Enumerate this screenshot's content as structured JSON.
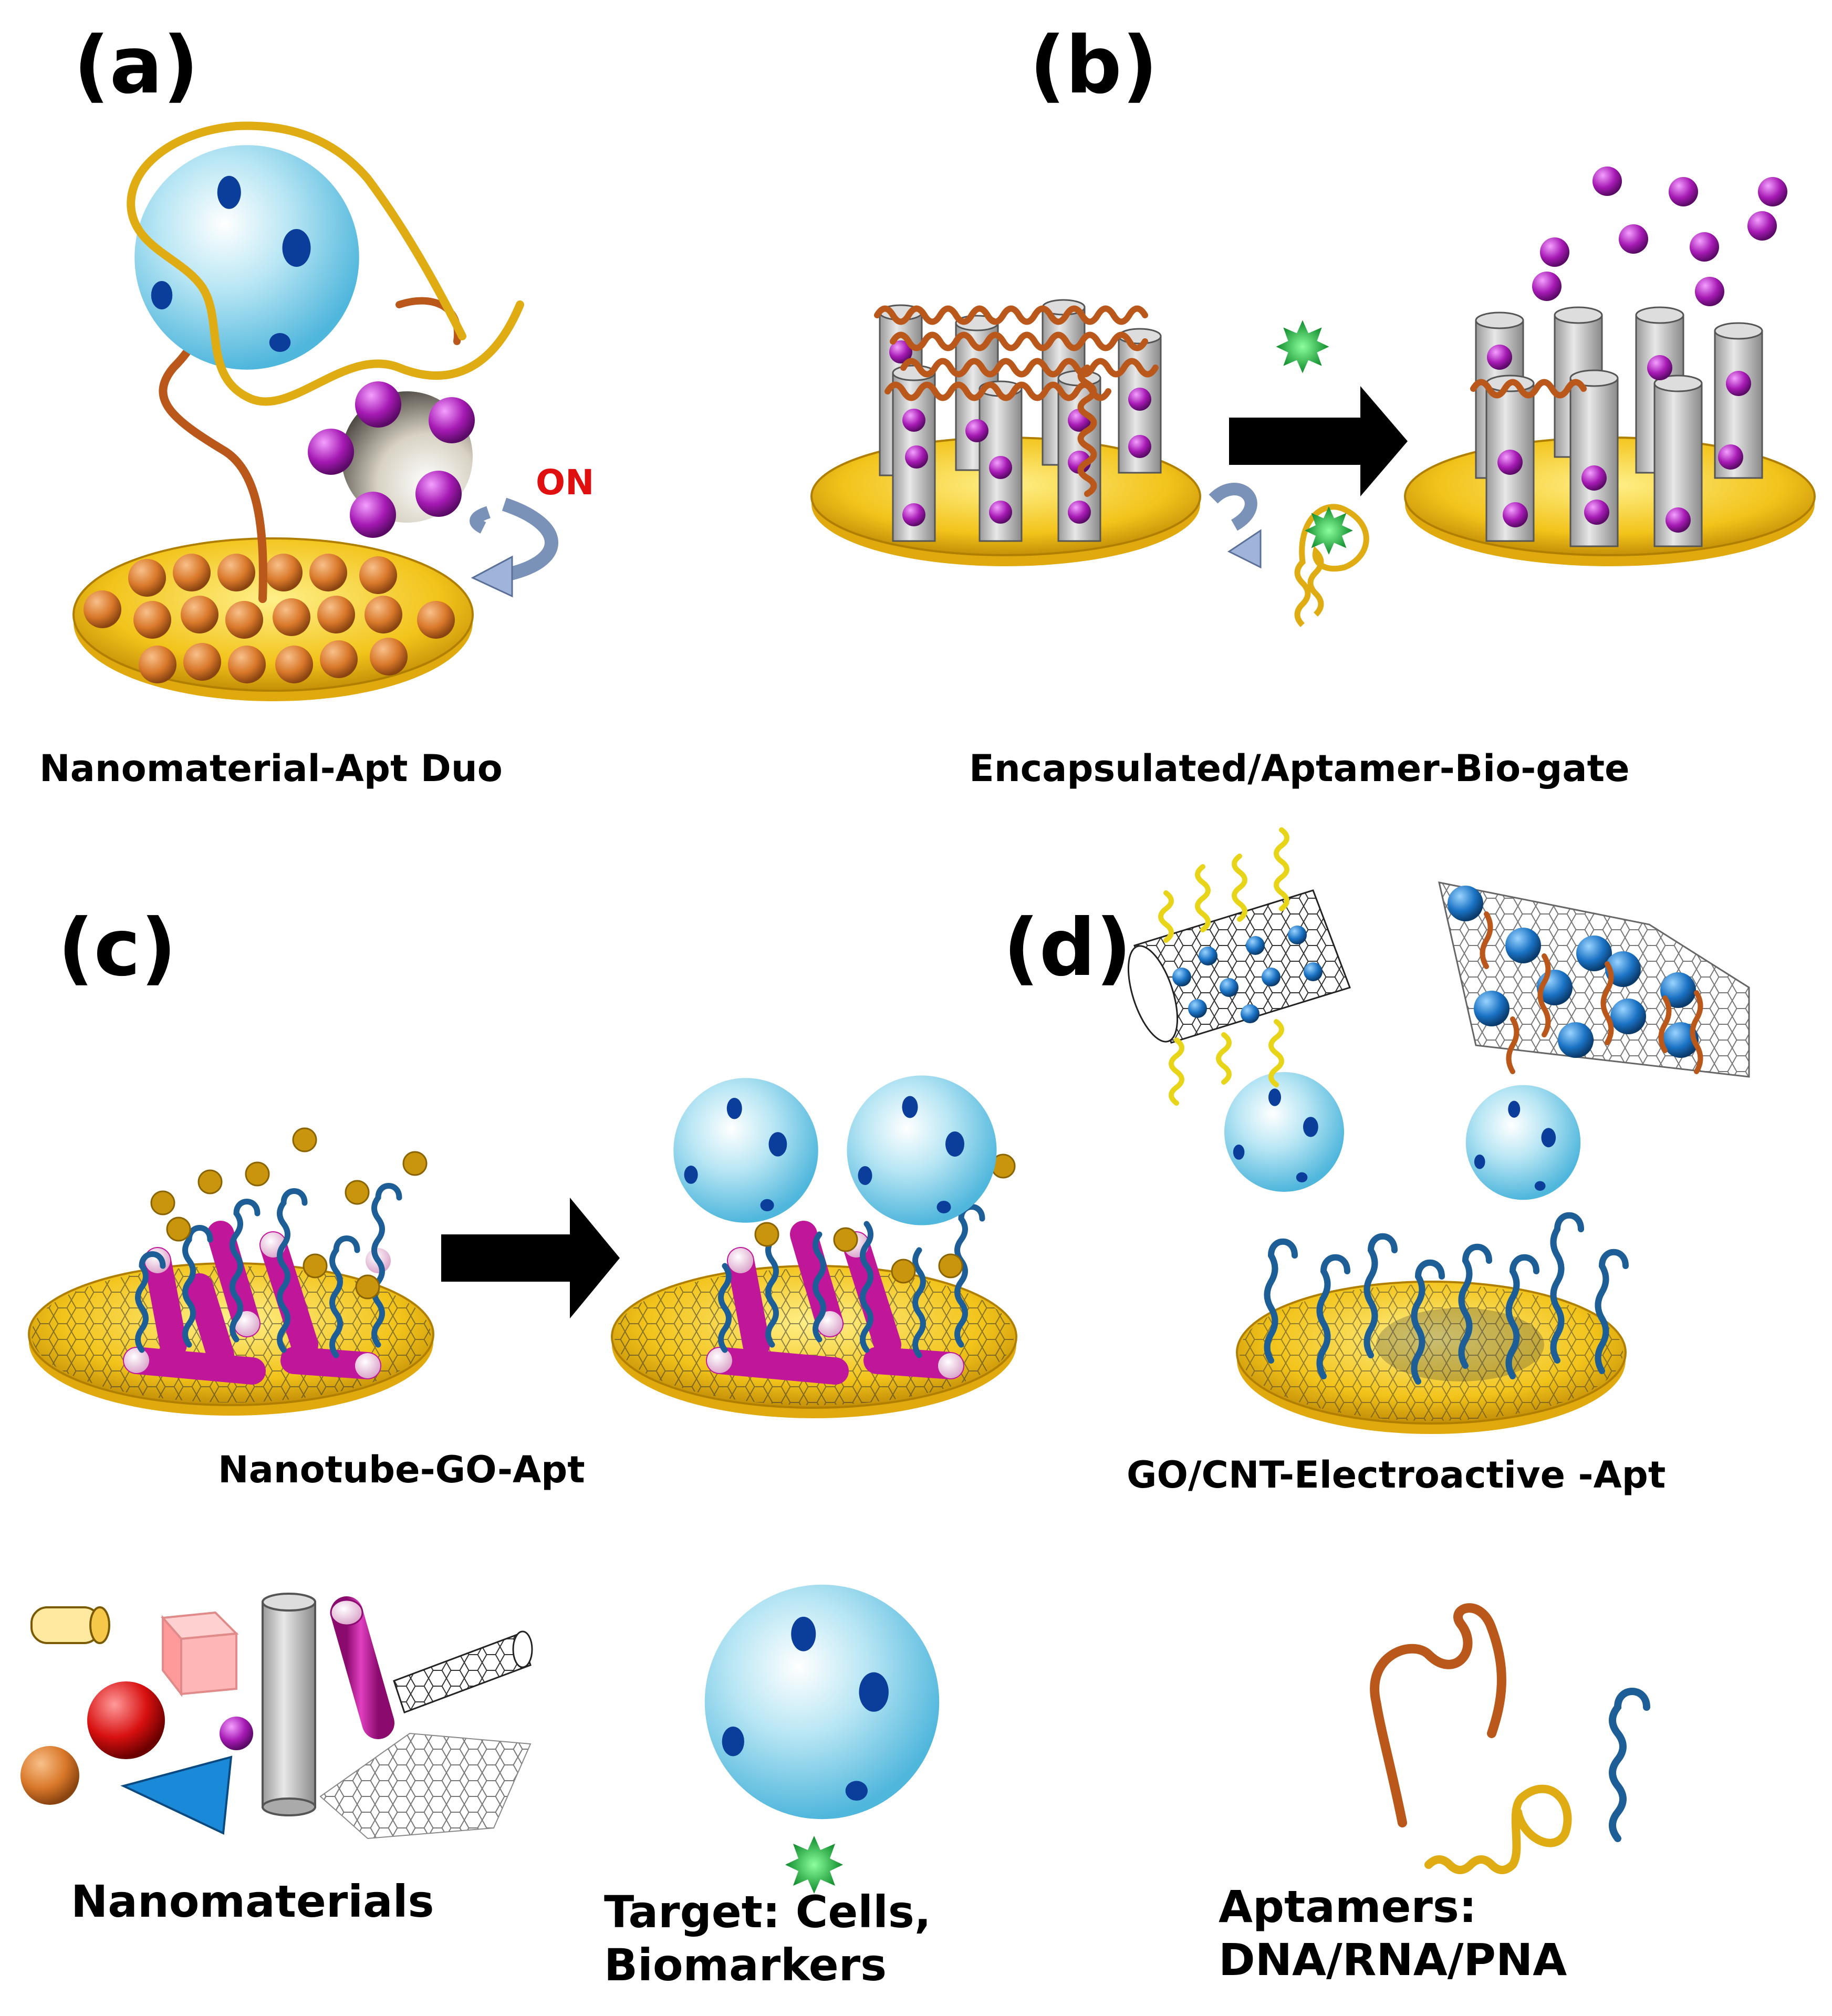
{
  "panels": [
    {
      "letter": "(a)",
      "caption": "Nanomaterial-Apt Duo",
      "switch_label": "ON"
    },
    {
      "letter": "(b)",
      "caption": "Encapsulated/Aptamer-Bio-gate"
    },
    {
      "letter": "(c)",
      "caption": "Nanotube-GO-Apt"
    },
    {
      "letter": "(d)",
      "caption": "GO/CNT-Electroactive -Apt"
    }
  ],
  "legend": {
    "nanomaterials": "Nanomaterials",
    "target_line1": "Target: Cells,",
    "target_line2": "Biomarkers",
    "aptamers_line1": "Aptamers:",
    "aptamers_line2": "DNA/RNA/PNA"
  },
  "colors": {
    "gold_disc": "#f2c31a",
    "aptamer_orange": "#b9581a",
    "aptamer_yellow": "#e0ac14",
    "aptamer_blue": "#1d5e96",
    "nanotube_magenta": "#c0169a",
    "particle_purple": "#9a1aa8",
    "cell_cyan": "#8fd2ea",
    "target_green": "#1aa83c",
    "arrow_black": "#000000",
    "on_red": "#e01010"
  }
}
